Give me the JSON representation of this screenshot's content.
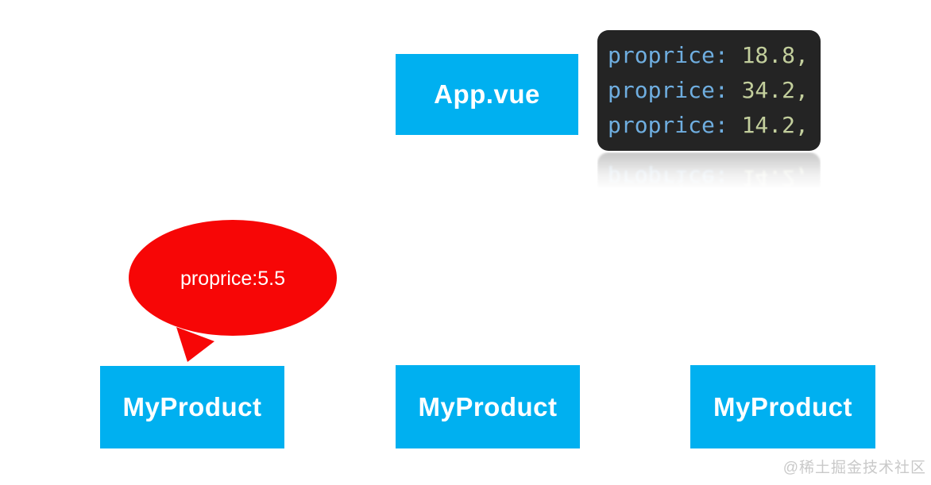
{
  "diagram": {
    "app_box": {
      "label": "App.vue"
    },
    "code_block": {
      "lines": [
        {
          "key": "proprice:",
          "value": "18.8,"
        },
        {
          "key": "proprice:",
          "value": "34.2,"
        },
        {
          "key": "proprice:",
          "value": "14.2,"
        }
      ]
    },
    "bubble": {
      "label": "proprice:5.5"
    },
    "product_boxes": [
      {
        "label": "MyProduct"
      },
      {
        "label": "MyProduct"
      },
      {
        "label": "MyProduct"
      }
    ],
    "watermark": "@稀土掘金技术社区"
  },
  "colors": {
    "box_cyan": "#00B0F0",
    "box_text": "#FFFFFF",
    "bubble_red": "#F70606",
    "code_bg": "#242424",
    "code_key": "#6FAEE0",
    "code_value": "#C2CE9C",
    "watermark_gray": "#C9C9C9",
    "canvas_bg": "#FFFFFF"
  }
}
